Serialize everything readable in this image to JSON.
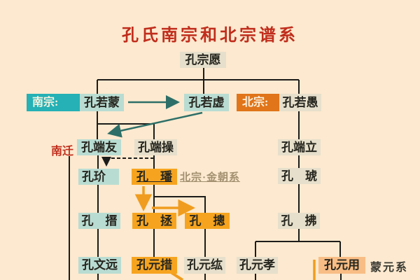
{
  "title": "孔氏南宗和北宗谱系",
  "labels": {
    "south": "南宗:",
    "north": "北宗:",
    "south_migration": "南迁",
    "north_jin_branch": "北宗·金朝系",
    "mongol_yuan_branch": "蒙元系"
  },
  "nodes": {
    "zongyuan": "孔宗愿",
    "ruomeng": "孔若蒙",
    "ruoxu": "孔若虚",
    "ruoyu": "孔若愚",
    "duanyou": "孔端友",
    "duancao": "孔端操",
    "duanli": "孔端立",
    "jie": "孔玠",
    "fan": "孔　璠",
    "hu": "孔　琥",
    "jin": "孔　搢",
    "zheng": "孔　拯",
    "zong": "孔　摠",
    "fu": "孔　拂",
    "wenyuan": "孔文远",
    "yuancuo": "孔元措",
    "yuanhong": "孔元纮",
    "yuanxiao": "孔元孝",
    "yuanyong": "孔元用"
  },
  "colors": {
    "background": "#fce9cf",
    "title_red": "#c02d1c",
    "south_label_bg": "#25b1b5",
    "north_label_bg": "#e0751a",
    "south_node_bg": "#b9dcd2",
    "neutral_node_bg": "#e6dfcb",
    "jin_node_bg": "#f6a41f",
    "yuan_node_bg": "#f8bd85",
    "line": "#1c1c1a",
    "teal_arrow": "#2d6f68",
    "orange_arrow": "#f09c1e"
  }
}
